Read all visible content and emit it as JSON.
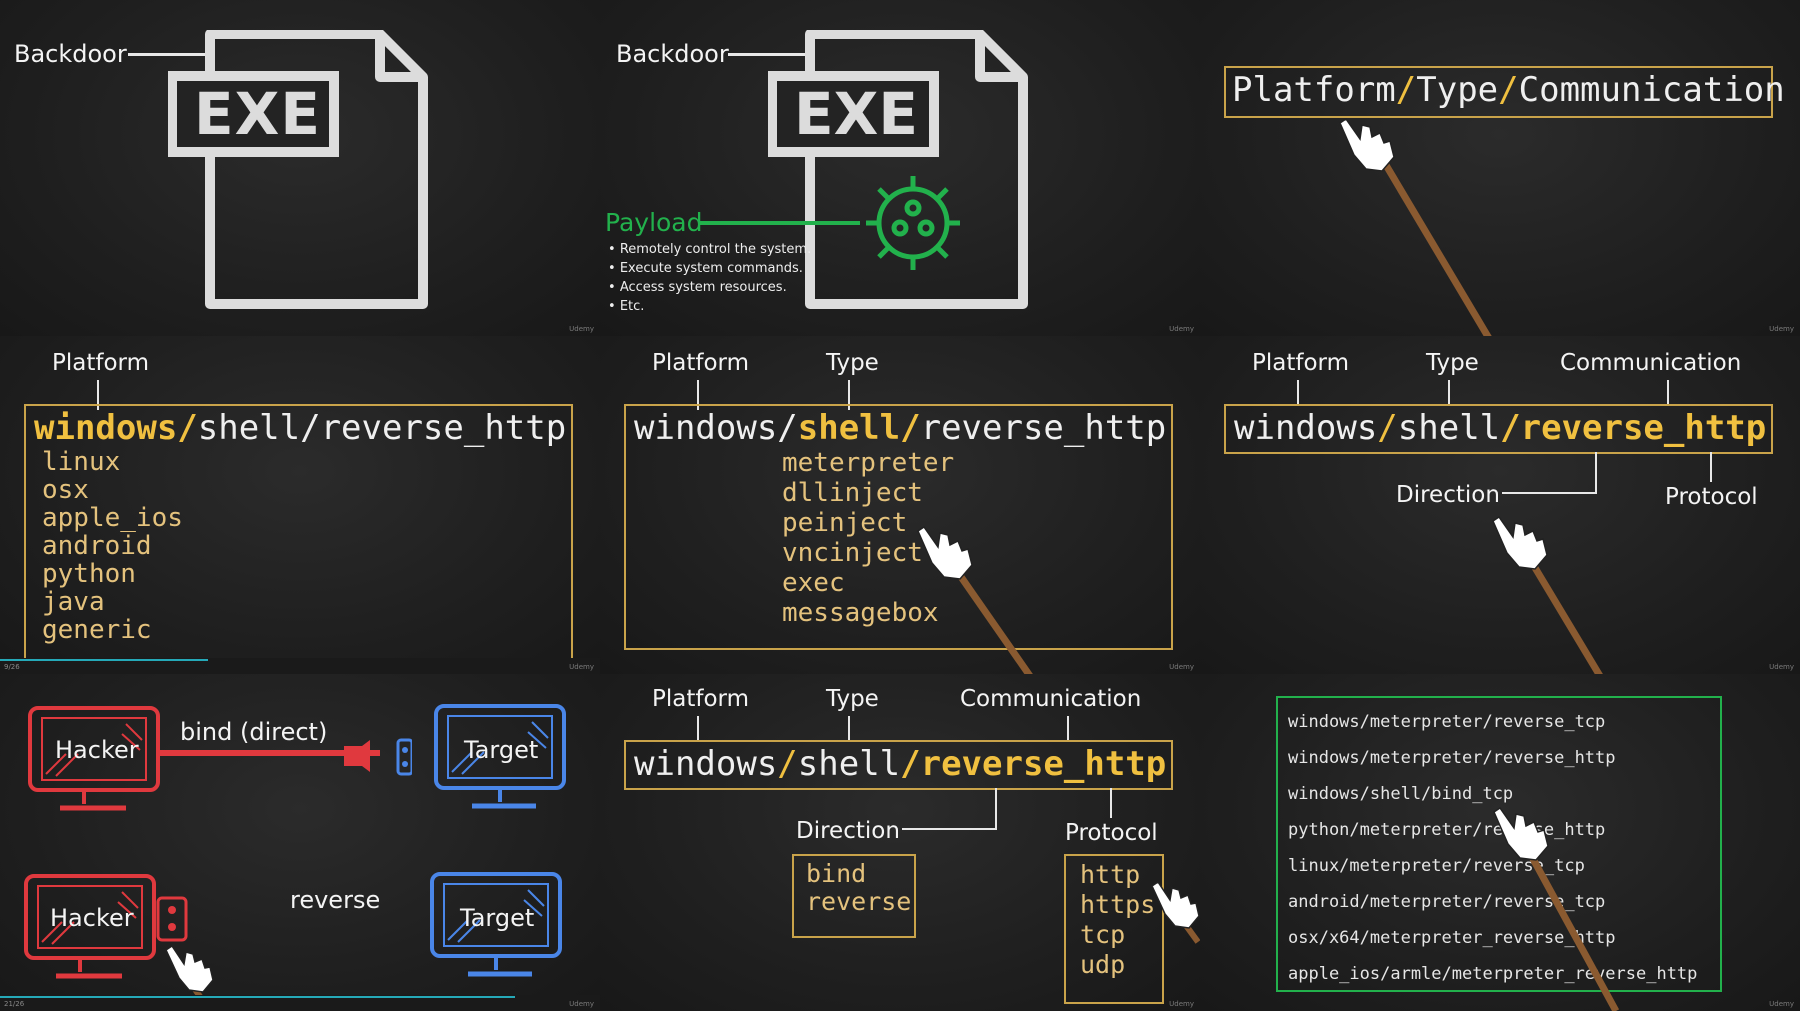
{
  "watermark": "Udemy",
  "panel1": {
    "label": "Backdoor",
    "exe": "EXE"
  },
  "panel2": {
    "label": "Backdoor",
    "exe": "EXE",
    "payload": "Payload",
    "bullets": [
      "Remotely control the system.",
      "Execute system commands.",
      "Access system resources.",
      "Etc."
    ]
  },
  "panel3": {
    "p1": "Platform",
    "s1": "/",
    "p2": "Type",
    "s2": "/",
    "p3": "Communication"
  },
  "panel4": {
    "label": "Platform",
    "platform": "windows/",
    "rest": "shell/reverse_http",
    "options": [
      "linux",
      "osx",
      "apple_ios",
      "android",
      "python",
      "java",
      "generic"
    ],
    "progress_counter": "9/26"
  },
  "panel5": {
    "label_platform": "Platform",
    "label_type": "Type",
    "pre": "windows/",
    "type": "shell/",
    "post": "reverse_http",
    "options": [
      "meterpreter",
      "dllinject",
      "peinject",
      "vncinject",
      "exec",
      "messagebox"
    ]
  },
  "panel6": {
    "label_platform": "Platform",
    "label_type": "Type",
    "label_comm": "Communication",
    "pre": "windows",
    "s1": "/",
    "mid": "shell",
    "comm": "/reverse_http",
    "direction": "Direction",
    "protocol": "Protocol"
  },
  "panel7": {
    "hacker": "Hacker",
    "target": "Target",
    "bind": "bind (direct)",
    "reverse": "reverse",
    "progress_counter": "21/26"
  },
  "panel8": {
    "label_platform": "Platform",
    "label_type": "Type",
    "label_comm": "Communication",
    "pre": "windows",
    "s1": "/",
    "mid": "shell",
    "comm": "/reverse_http",
    "direction": "Direction",
    "protocol": "Protocol",
    "directions": [
      "bind",
      "reverse"
    ],
    "protocols": [
      "http",
      "https",
      "tcp",
      "udp"
    ]
  },
  "panel9": {
    "payloads": [
      "windows/meterpreter/reverse_tcp",
      "windows/meterpreter/reverse_http",
      "windows/shell/bind_tcp",
      "python/meterpreter/reverse_http",
      "linux/meterpreter/reverse_tcp",
      "android/meterpreter/reverse_tcp",
      "osx/x64/meterpreter_reverse_http",
      "apple_ios/armle/meterpreter_reverse_http"
    ]
  },
  "colors": {
    "gold": "#f0c040",
    "tan": "#e4c27d",
    "green": "#22b14c",
    "red": "#e0393e",
    "blue": "#4a86e8",
    "box_border": "#c9a34a"
  }
}
